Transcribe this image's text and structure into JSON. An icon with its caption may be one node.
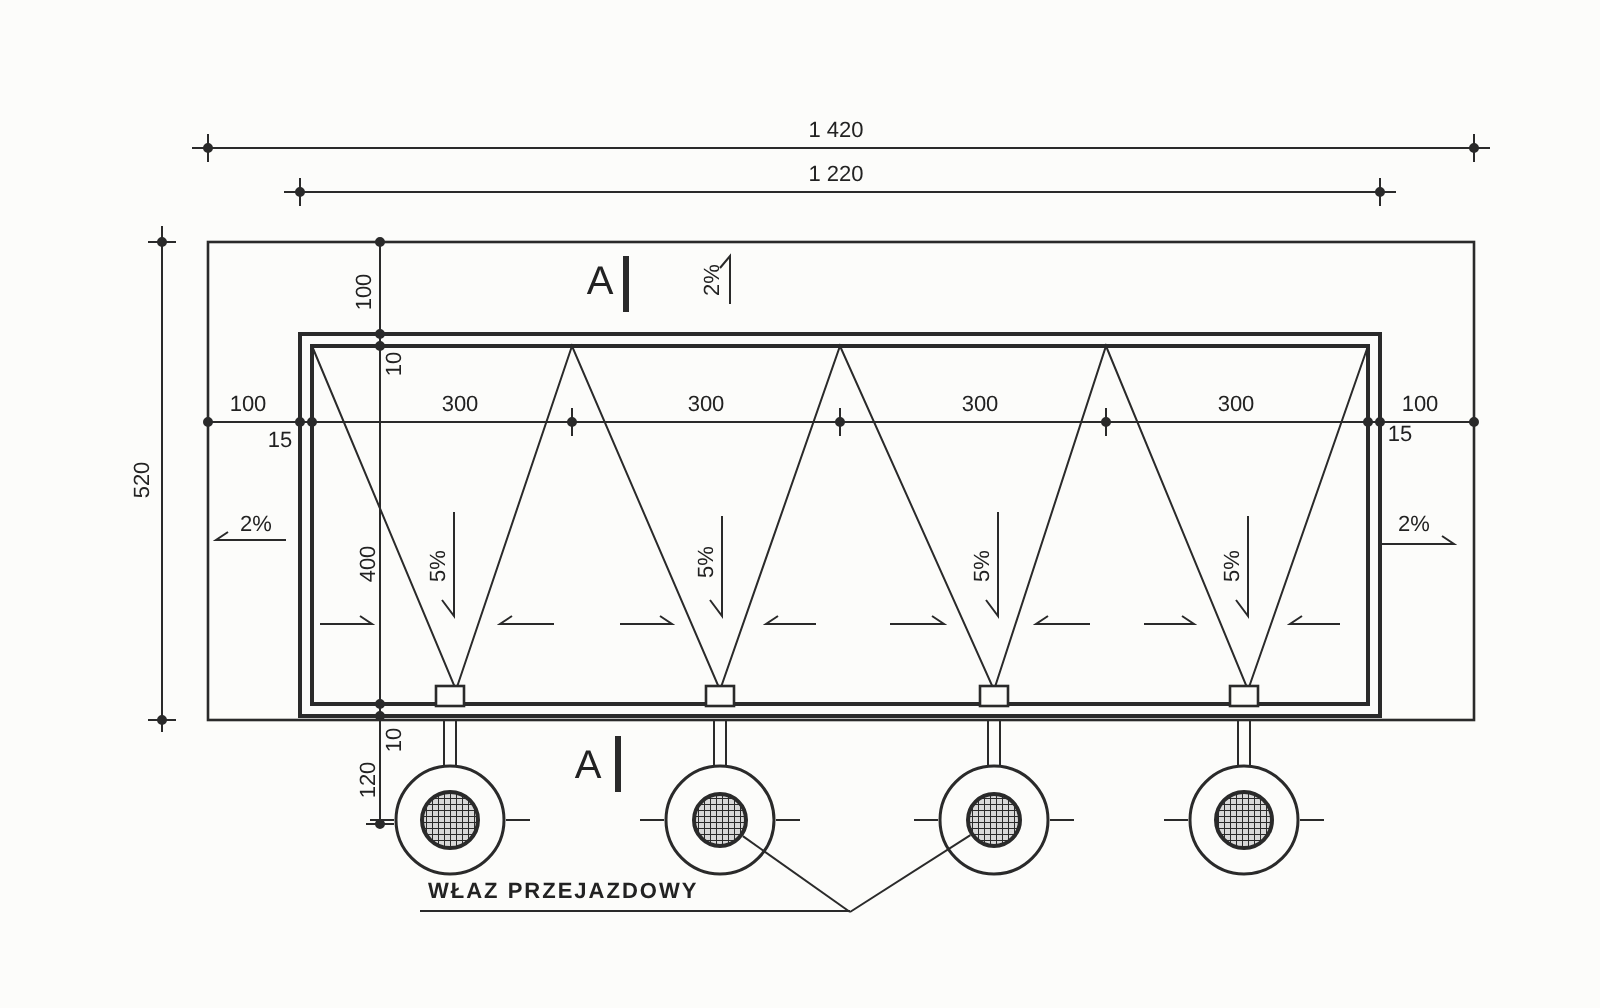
{
  "diagram": {
    "nodes": [
      {
        "text": [
          "WŁAZ PRZEJAZDOWY"
        ]
      },
      {
        "text": [],
        "shape": "circle"
      },
      {
        "text": [],
        "shape": "circle"
      }
    ],
    "edges": [
      {
        "from": 0,
        "to": 1,
        "arrow": "none"
      },
      {
        "from": 0,
        "to": 2,
        "arrow": "none"
      }
    ],
    "labels": [
      "1 420",
      "1 220",
      "100",
      "A",
      "2%",
      "10",
      "100",
      "300",
      "300",
      "300",
      "300",
      "100",
      "15",
      "15",
      "520",
      "2%",
      "400",
      "5%",
      "5%",
      "5%",
      "5%",
      "2%",
      "10",
      "120",
      "A"
    ]
  }
}
